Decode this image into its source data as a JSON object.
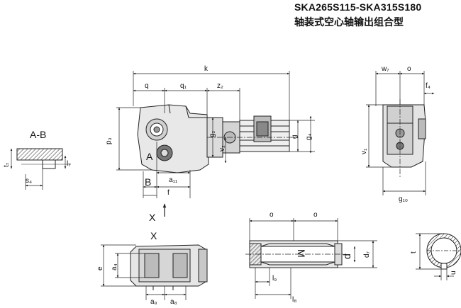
{
  "title": {
    "model_range": "SKA265S115-SKA315S180",
    "description": "轴装式空心轴输出组合型"
  },
  "main_view": {
    "dims": {
      "k": "k",
      "q": "q",
      "q1": "q₁",
      "z2": "z₂",
      "p3": "p₃",
      "g2": "g₂",
      "v2": "v₂",
      "g": "g",
      "g4": "g₄",
      "a11": "a₁₁",
      "f": "f"
    },
    "labels": {
      "a": "A",
      "b": "B"
    }
  },
  "section_ab": {
    "title": "A-B",
    "dims": {
      "t7": "t₇",
      "s4": "s₄",
      "l7": "l₇"
    }
  },
  "side_view": {
    "dims": {
      "w7": "w₇",
      "o": "o",
      "f4": "f₄",
      "v1": "v₁",
      "g10": "g₁₀"
    }
  },
  "view_x": {
    "arrow_label": "X",
    "title": "X",
    "dims": {
      "e": "e",
      "a4": "a₄",
      "a9": "a₉",
      "a8": "a₈"
    }
  },
  "shaft_view": {
    "dims": {
      "o_left": "o",
      "o_right": "o",
      "m": "M",
      "d": "d",
      "d7": "d₇",
      "l9": "l₉",
      "l8": "l₈"
    }
  },
  "shaft_section": {
    "dims": {
      "t": "t",
      "u": "u"
    }
  },
  "colors": {
    "line": "#222222",
    "fill": "#e8e8e8",
    "shade": "#bdbdbd",
    "hatch": "#444444"
  }
}
